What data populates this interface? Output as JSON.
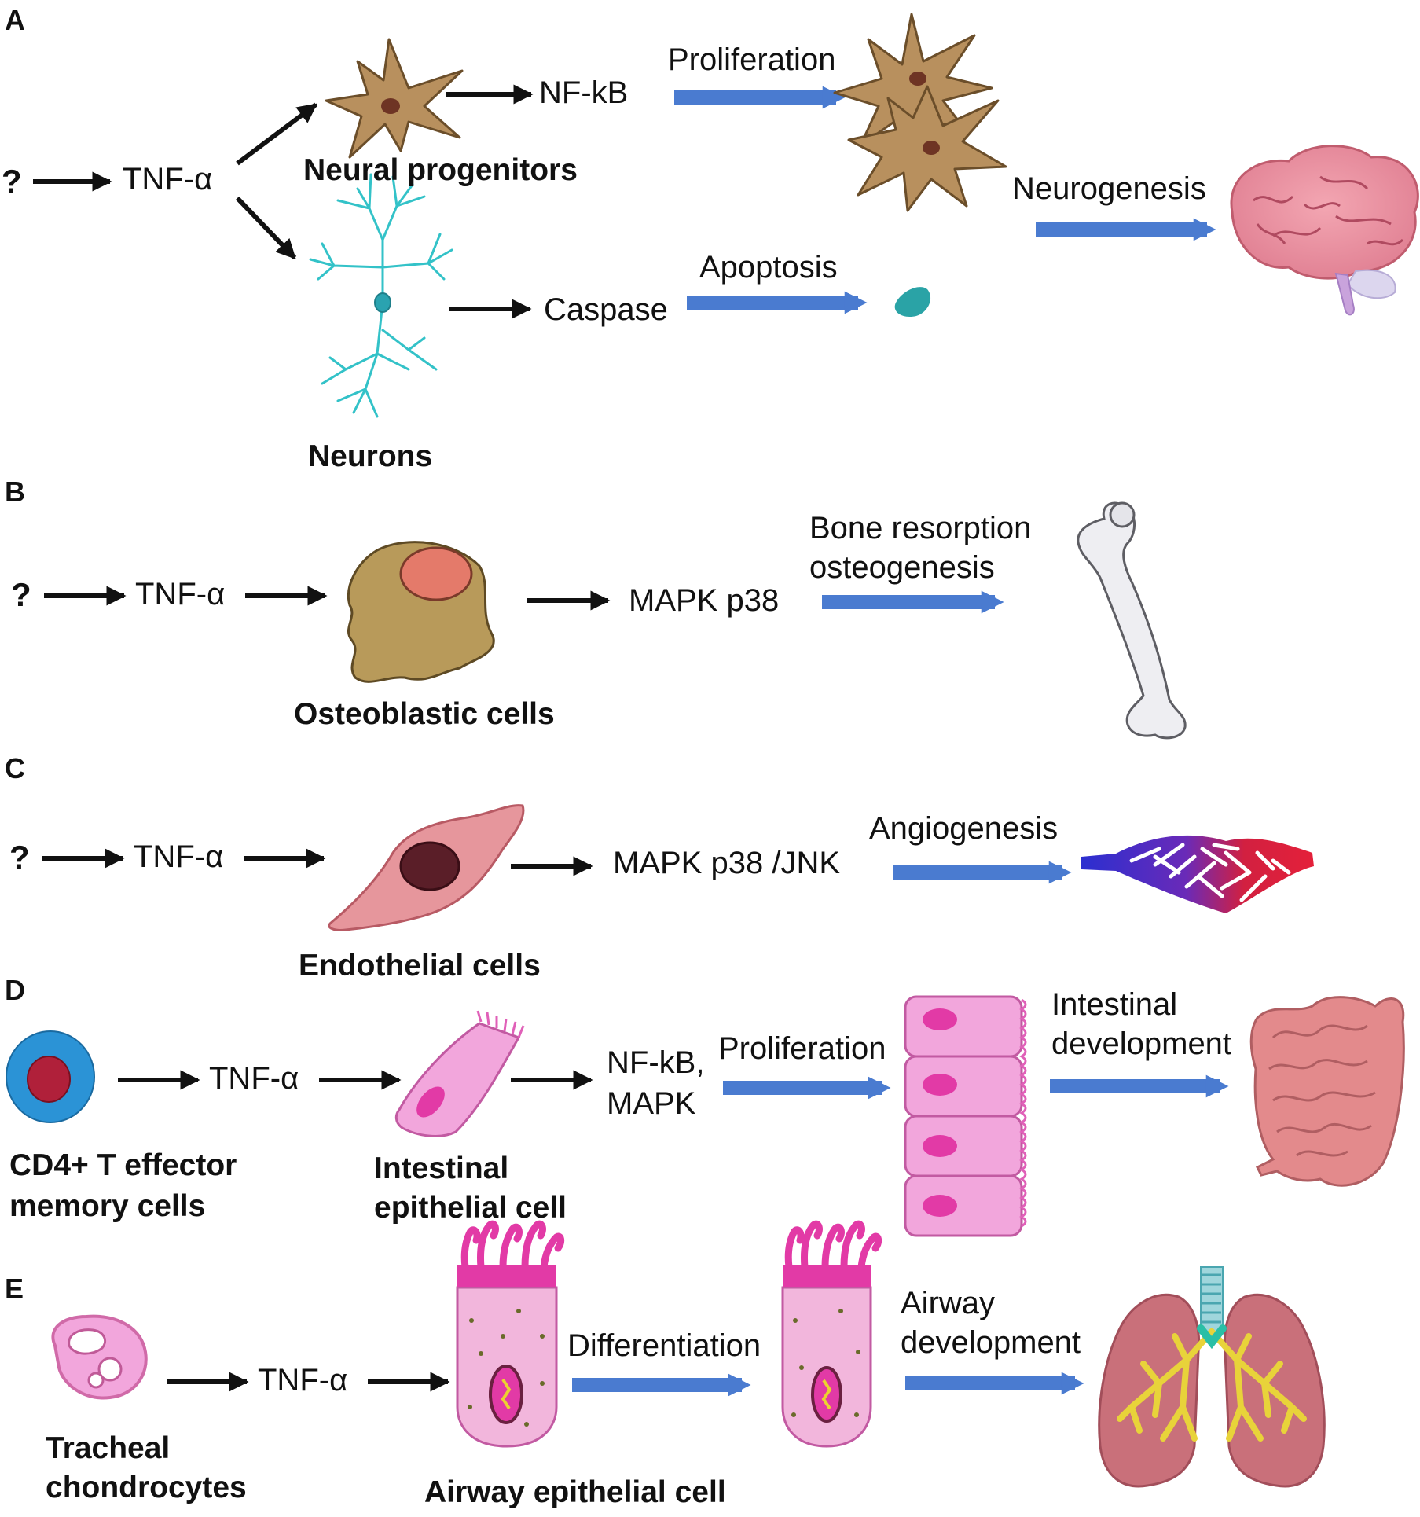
{
  "colors": {
    "flow_arrow": "#4a7bd0",
    "signal_arrow": "#111111",
    "neural_cell": "#b8905e",
    "neuron": "#33c2c8",
    "endothelial": "#e6969c",
    "t_cell": "#2b93d6",
    "epithelial": "#f2a6dc",
    "nucleus_pink": "#e23aa6",
    "intestine": "#e38a8c",
    "lung": "#c9707a",
    "bronchi": "#e8d33a"
  },
  "icons": {
    "bone": "femur-icon",
    "brain": "brain-icon",
    "vessel": "blood-vessel-network-icon",
    "intestine": "intestine-icon",
    "lungs": "lungs-icon"
  },
  "panels": {
    "A": {
      "letter": "A",
      "question": "?",
      "tnf": "TNF-α",
      "progenitors": "Neural progenitors",
      "nfkb": "NF-kB",
      "proliferation": "Proliferation",
      "neurons": "Neurons",
      "caspase": "Caspase",
      "apoptosis": "Apoptosis",
      "neurogenesis": "Neurogenesis"
    },
    "B": {
      "letter": "B",
      "question": "?",
      "tnf": "TNF-α",
      "cell": "Osteoblastic cells",
      "pathway": "MAPK p38",
      "outcome_line1": "Bone resorption",
      "outcome_line2": "osteogenesis"
    },
    "C": {
      "letter": "C",
      "question": "?",
      "tnf": "TNF-α",
      "cell": "Endothelial cells",
      "pathway": "MAPK p38 /JNK",
      "outcome": "Angiogenesis"
    },
    "D": {
      "letter": "D",
      "source_line1": "CD4+ T effector",
      "source_line2": "memory cells",
      "tnf": "TNF-α",
      "cell_line1": "Intestinal",
      "cell_line2": "epithelial cell",
      "pathway_line1": "NF-kB,",
      "pathway_line2": "MAPK",
      "proliferation": "Proliferation",
      "outcome_line1": "Intestinal",
      "outcome_line2": "development"
    },
    "E": {
      "letter": "E",
      "source_line1": "Tracheal",
      "source_line2": "chondrocytes",
      "tnf": "TNF-α",
      "cell": "Airway epithelial cell",
      "differentiation": "Differentiation",
      "outcome_line1": "Airway",
      "outcome_line2": "development"
    }
  }
}
